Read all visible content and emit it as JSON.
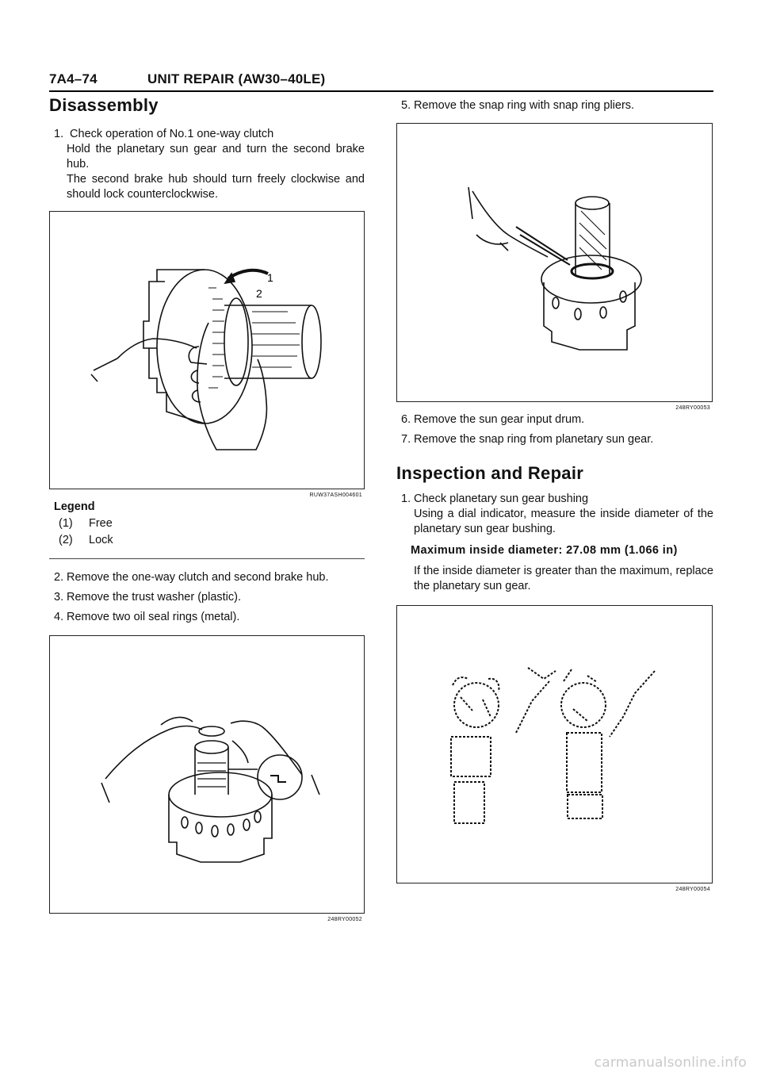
{
  "header": {
    "code": "7A4–74",
    "title": "UNIT REPAIR (AW30–40LE)"
  },
  "left": {
    "heading": "Disassembly",
    "step1": {
      "num": "1.",
      "title": "Check operation of No.1 one-way clutch",
      "p1": "Hold the planetary sun gear and turn the second brake hub.",
      "p2": "The second brake hub should turn freely clockwise and should lock counterclockwise."
    },
    "fig1": {
      "code": "RUW37ASH004601",
      "label1": "1",
      "label2": "2"
    },
    "legend": {
      "heading": "Legend",
      "items": [
        {
          "key": "(1)",
          "value": "Free"
        },
        {
          "key": "(2)",
          "value": "Lock"
        }
      ]
    },
    "step2": {
      "num": "2.",
      "text": "Remove the one-way clutch and second brake hub."
    },
    "step3": {
      "num": "3.",
      "text": "Remove the trust washer (plastic)."
    },
    "step4": {
      "num": "4.",
      "text": "Remove two oil seal rings (metal)."
    },
    "fig2": {
      "code": "248RY00052"
    }
  },
  "right": {
    "step5": {
      "num": "5.",
      "text": "Remove the snap ring with snap ring pliers."
    },
    "fig3": {
      "code": "248RY00053"
    },
    "step6": {
      "num": "6.",
      "text": "Remove the sun gear input drum."
    },
    "step7": {
      "num": "7.",
      "text": "Remove the snap ring from planetary sun gear."
    },
    "heading": "Inspection and Repair",
    "insp1": {
      "num": "1.",
      "title": "Check planetary sun gear bushing",
      "p1": "Using a dial indicator, measure the inside diameter of the planetary sun gear bushing."
    },
    "spec": "Maximum inside diameter: 27.08 mm (1.066 in)",
    "p2": "If the inside diameter is greater than the maximum, replace the planetary sun gear.",
    "fig4": {
      "code": "248RY00054"
    }
  },
  "footer": "carmanualsonline.info"
}
